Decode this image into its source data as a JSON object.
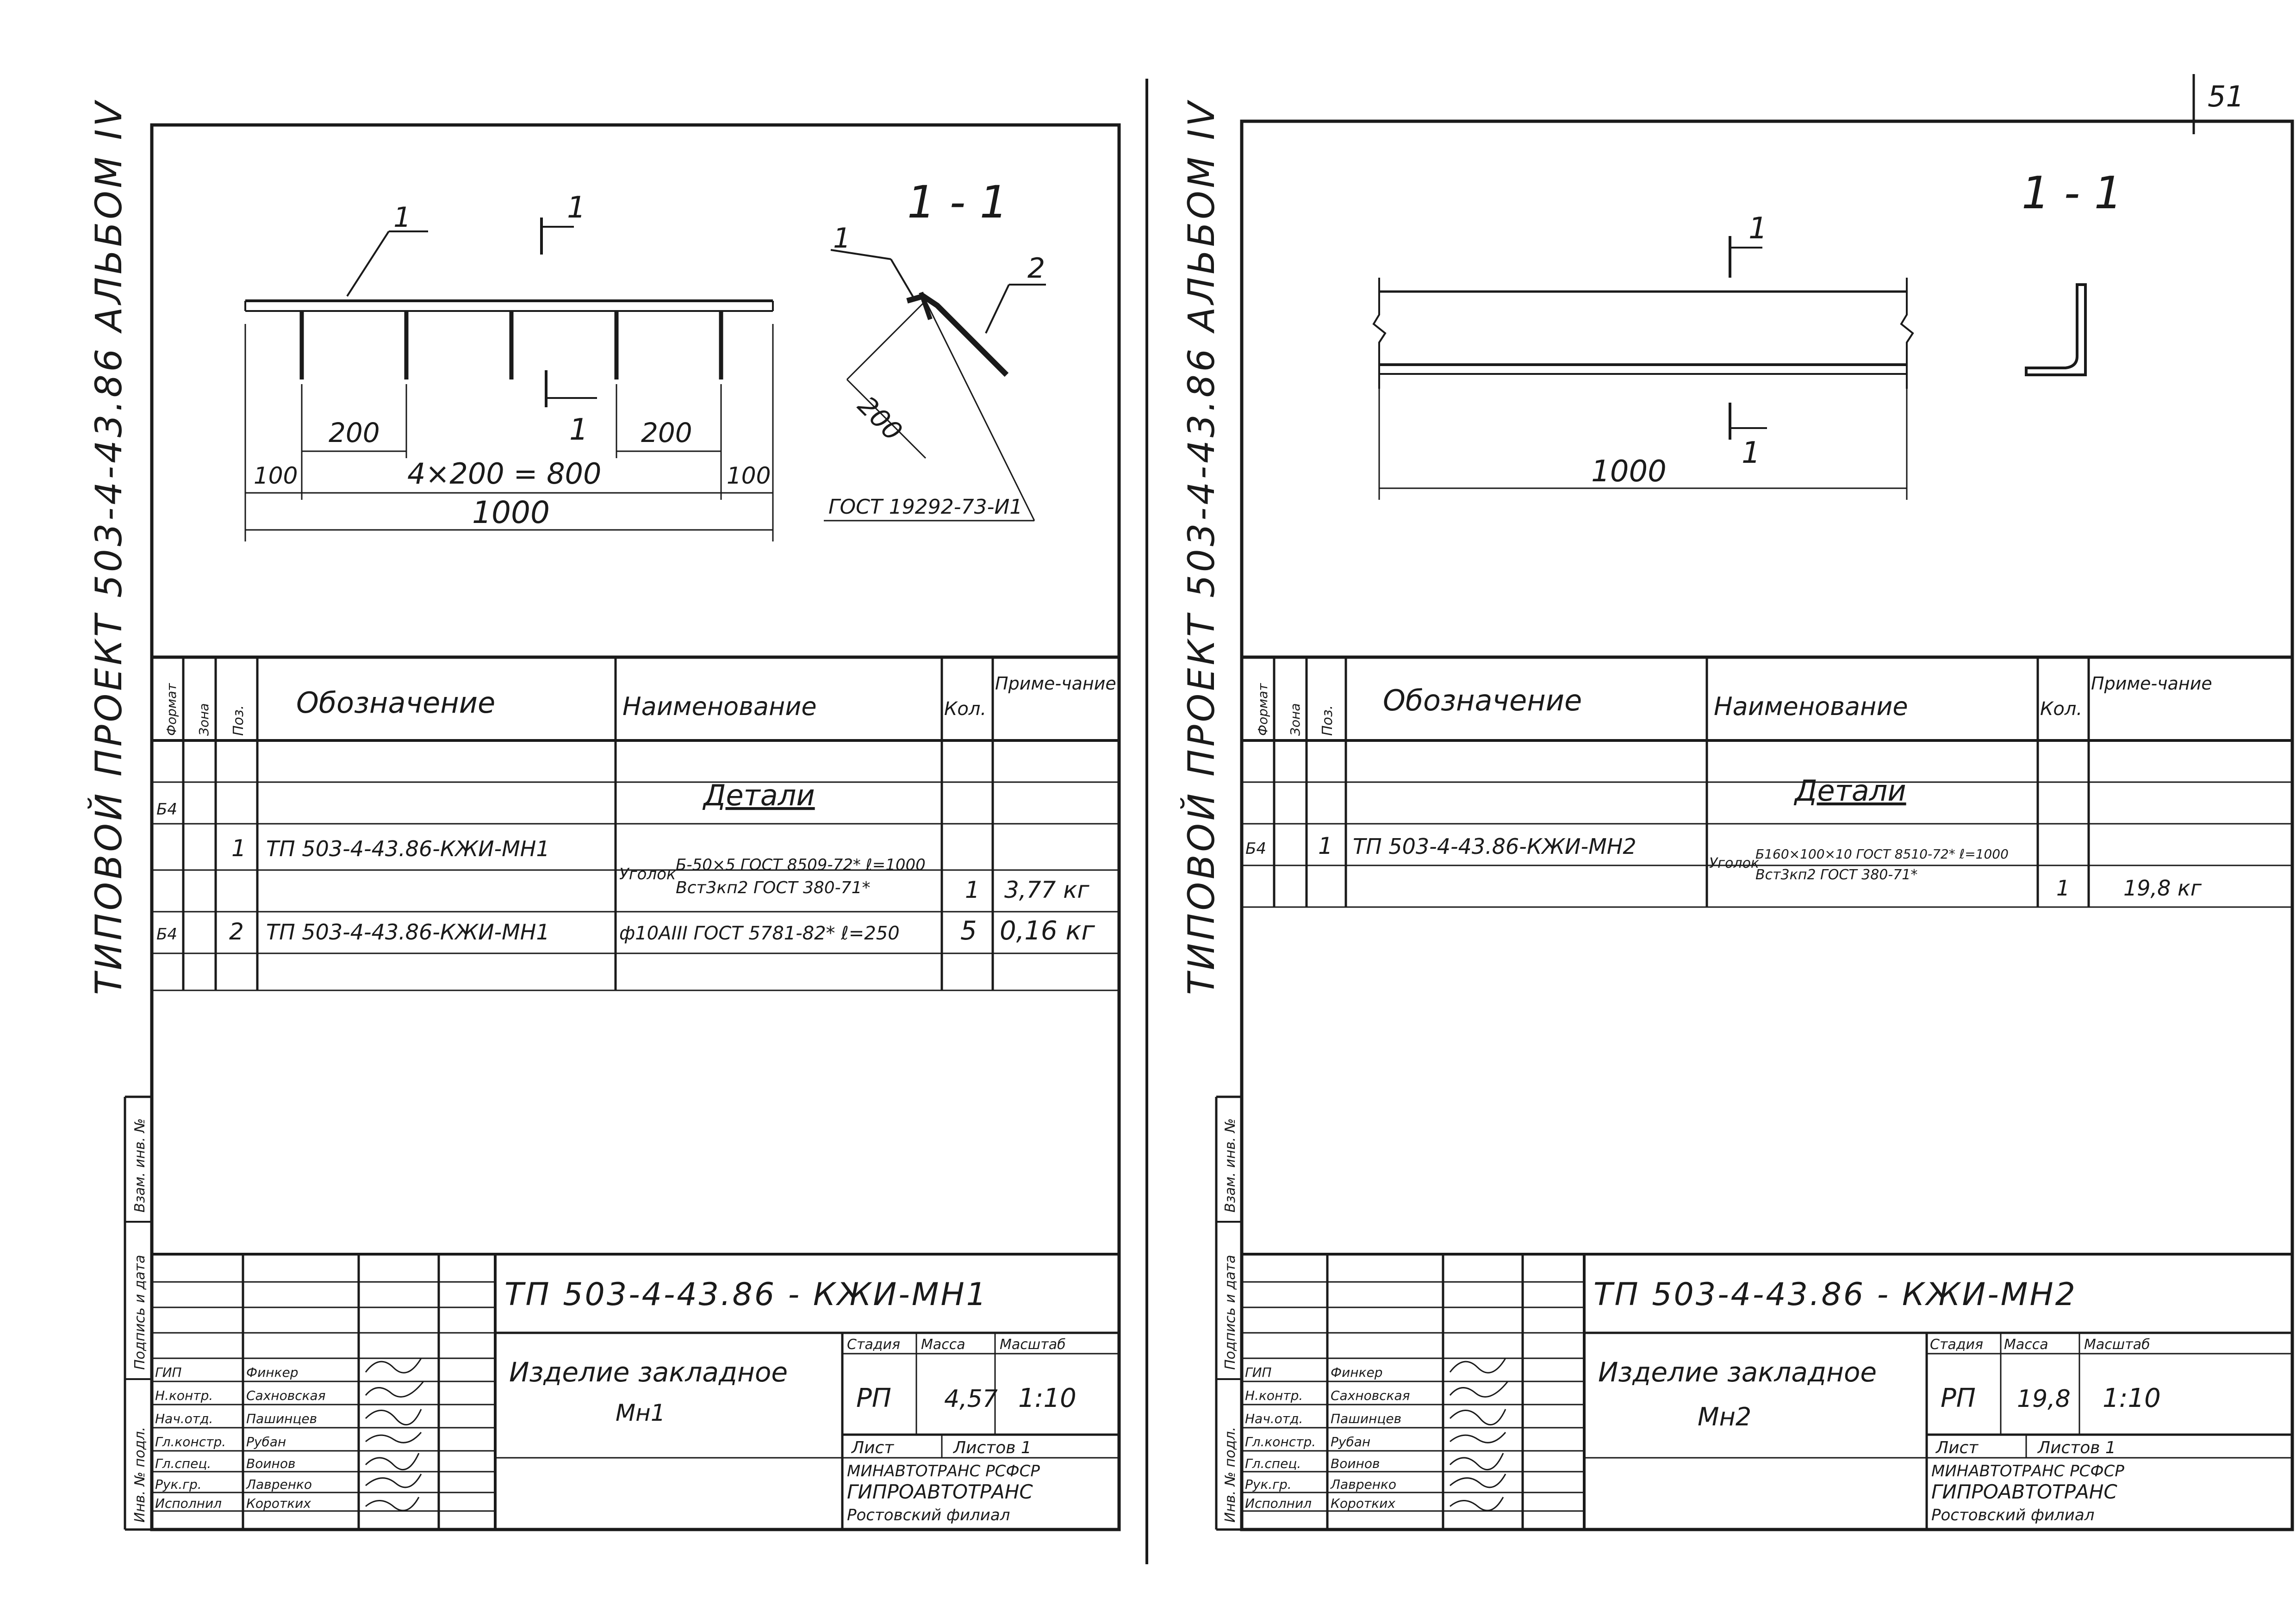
{
  "page_number": "51",
  "sheets": [
    {
      "id": "left",
      "side_title": "ТИПОВОЙ  ПРОЕКТ  503-4-43.86  АЛЬБОМ IV",
      "side_labels": [
        "Инв. № подл.",
        "Подпись и дата",
        "Взам. инв. №"
      ],
      "section_label": "1 - 1",
      "drawing": {
        "pos_callout": "1",
        "cut_label_top": "1",
        "cut_label_bottom": "1",
        "dims": [
          "200",
          "200",
          "100",
          "4×200 = 800",
          "100",
          "1000"
        ],
        "section_callouts": [
          "1",
          "2"
        ],
        "section_dim": "200",
        "gost_label": "ГОСТ 19292-73-И1"
      },
      "spec": {
        "headers": [
          "Формат",
          "Зона",
          "Поз.",
          "Обозначение",
          "Наименование",
          "Кол.",
          "Приме-чание"
        ],
        "section_title": "Детали",
        "rows": [
          {
            "format": "Б4",
            "pos": "1",
            "designation": "ТП 503-4-43.86-КЖИ-МН1",
            "name_prefix": "Уголок",
            "name_line1": "Б-50×5 ГОСТ 8509-72* ℓ=1000",
            "name_line2": "Вст3кп2 ГОСТ 380-71*",
            "qty": "1",
            "note": "3,77 кг"
          },
          {
            "format": "Б4",
            "pos": "2",
            "designation": "ТП 503-4-43.86-КЖИ-МН1",
            "name_prefix": "",
            "name_line1": "ф10АIII ГОСТ 5781-82* ℓ=250",
            "name_line2": "",
            "qty": "5",
            "note": "0,16 кг"
          }
        ]
      },
      "title_block": {
        "code": "ТП 503-4-43.86 - КЖИ-МН1",
        "product": "Изделие закладное",
        "mark": "Мн1",
        "stage_header": "Стадия",
        "mass_header": "Масса",
        "scale_header": "Масштаб",
        "stage": "РП",
        "mass": "4,57",
        "scale": "1:10",
        "sheet_label": "Лист",
        "sheets_label": "Листов 1",
        "org1": "МИНАВТОТРАНС РСФСР",
        "org2": "ГИПРОАВТОТРАНС",
        "org3": "Ростовский филиал",
        "staff": [
          {
            "role": "ГИП",
            "name": "Финкер"
          },
          {
            "role": "Н.контр.",
            "name": "Сахновская"
          },
          {
            "role": "Нач.отд.",
            "name": "Пашинцев"
          },
          {
            "role": "Гл.констр.",
            "name": "Рубан"
          },
          {
            "role": "Гл.спец.",
            "name": "Воинов"
          },
          {
            "role": "Рук.гр.",
            "name": "Лавренко"
          },
          {
            "role": "Исполнил",
            "name": "Коротких"
          }
        ]
      }
    },
    {
      "id": "right",
      "side_title": "ТИПОВОЙ  ПРОЕКТ  503-4-43.86  АЛЬБОМ IV",
      "side_labels": [
        "Инв. № подл.",
        "Подпись и дата",
        "Взам. инв. №"
      ],
      "section_label": "1 - 1",
      "drawing": {
        "cut_label_top": "1",
        "cut_label_bottom": "1",
        "dim": "1000"
      },
      "spec": {
        "headers": [
          "Формат",
          "Зона",
          "Поз.",
          "Обозначение",
          "Наименование",
          "Кол.",
          "Приме-чание"
        ],
        "section_title": "Детали",
        "rows": [
          {
            "format": "Б4",
            "pos": "1",
            "designation": "ТП 503-4-43.86-КЖИ-МН2",
            "name_prefix": "Уголок",
            "name_line1": "Б160×100×10 ГОСТ 8510-72* ℓ=1000",
            "name_line2": "Вст3кп2 ГОСТ 380-71*",
            "qty": "1",
            "note": "19,8 кг"
          }
        ]
      },
      "title_block": {
        "code": "ТП 503-4-43.86 -   КЖИ-МН2",
        "product": "Изделие закладное",
        "mark": "Мн2",
        "stage_header": "Стадия",
        "mass_header": "Масса",
        "scale_header": "Масштаб",
        "stage": "РП",
        "mass": "19,8",
        "scale": "1:10",
        "sheet_label": "Лист",
        "sheets_label": "Листов 1",
        "org1": "МИНАВТОТРАНС РСФСР",
        "org2": "ГИПРОАВТОТРАНС",
        "org3": "Ростовский филиал",
        "staff": [
          {
            "role": "ГИП",
            "name": "Финкер"
          },
          {
            "role": "Н.контр.",
            "name": "Сахновская"
          },
          {
            "role": "Нач.отд.",
            "name": "Пашинцев"
          },
          {
            "role": "Гл.констр.",
            "name": "Рубан"
          },
          {
            "role": "Гл.спец.",
            "name": "Воинов"
          },
          {
            "role": "Рук.гр.",
            "name": "Лавренко"
          },
          {
            "role": "Исполнил",
            "name": "Коротких"
          }
        ]
      }
    }
  ]
}
